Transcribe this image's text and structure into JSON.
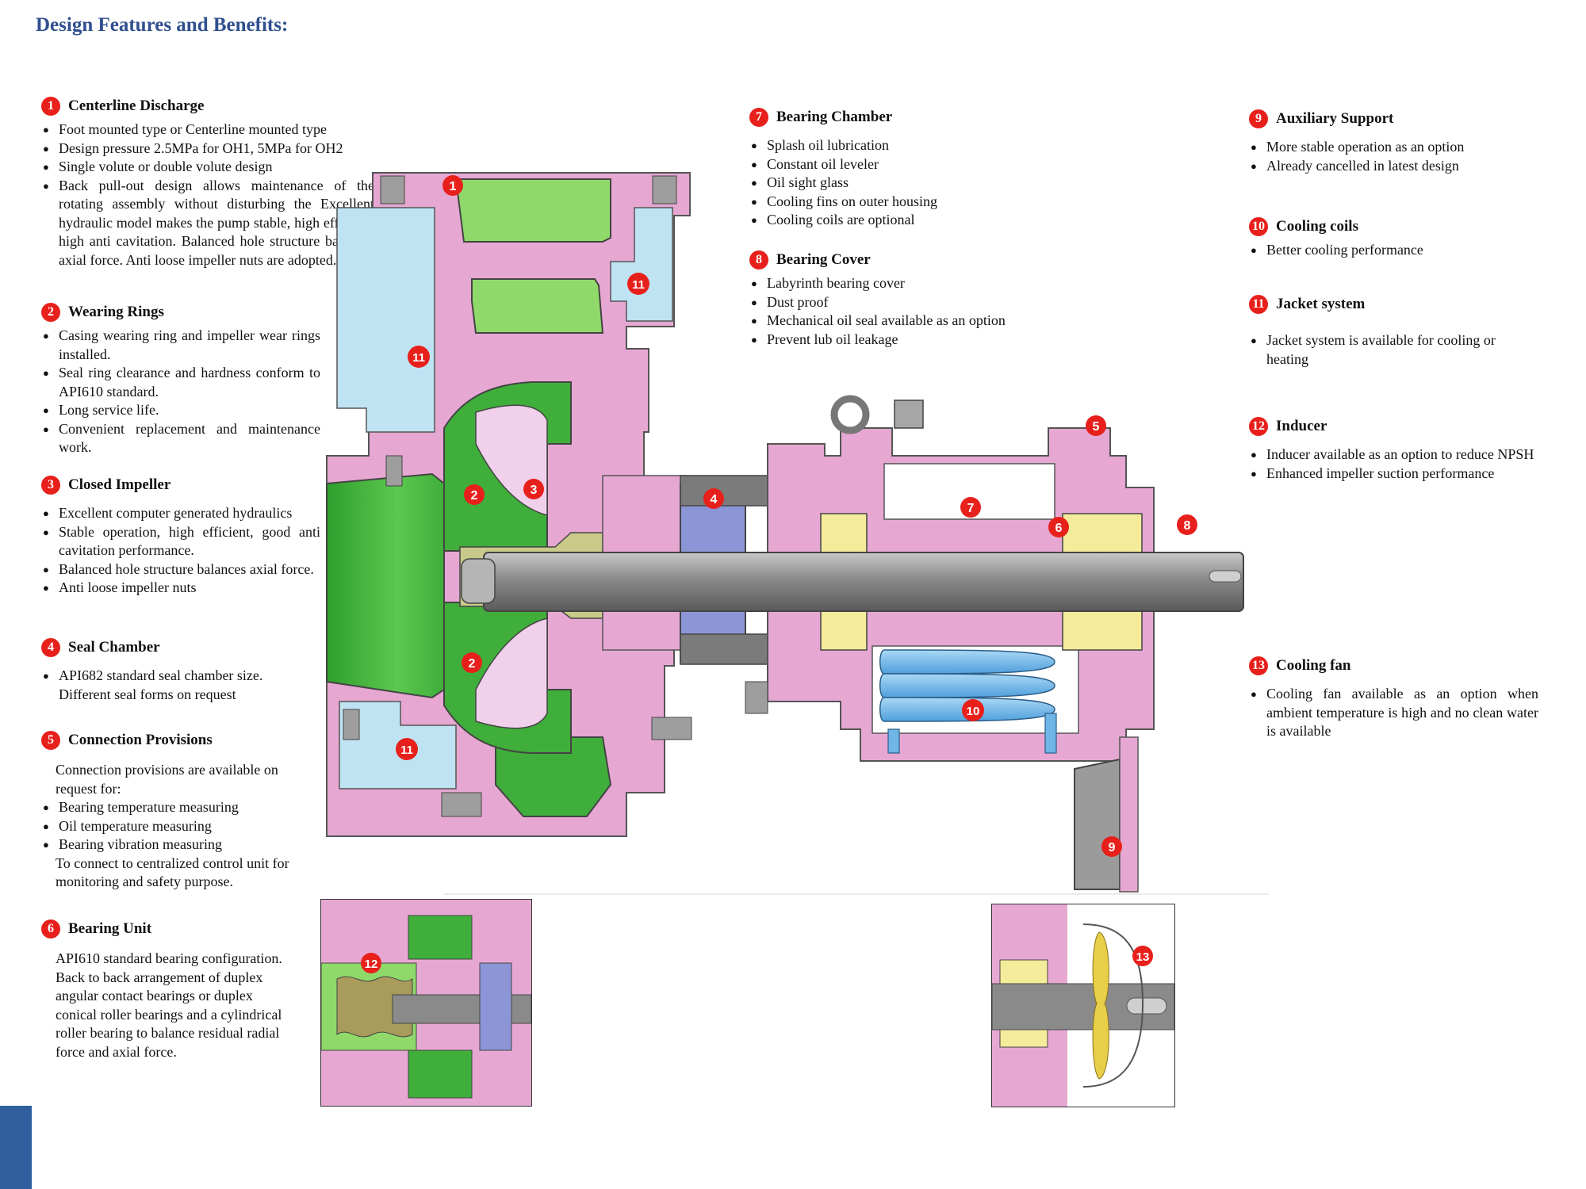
{
  "page": {
    "title": "Design Features and Benefits:",
    "accent_color": "#2f5f9e"
  },
  "colors": {
    "casing_pink": "#e6a8d2",
    "impeller_green": "#3fae3a",
    "light_green": "#8fd96a",
    "jacket_blue": "#bfe3f2",
    "seal_purple": "#8c96d6",
    "shaft_gray": "#8a8a8a",
    "bearing_yellow": "#f4ec9a",
    "coil_blue": "#6fb6e6",
    "support_gray": "#9b9b9b",
    "badge_red": "#e8201c"
  },
  "sections": {
    "s1": {
      "num": "1",
      "title": "Centerline Discharge",
      "items": [
        "Foot mounted type or Centerline mounted type",
        "Design pressure 2.5MPa for OH1, 5MPa for OH2",
        "Single volute or double volute design",
        "Back pull-out design allows maintenance of the rotating assembly without disturbing the Excellent hydraulic model makes the pump stable, high efficient, high anti cavitation. Balanced hole structure balances axial force. Anti loose impeller nuts are adopted."
      ]
    },
    "s2": {
      "num": "2",
      "title": "Wearing Rings",
      "items": [
        "Casing wearing ring and impeller wear rings installed.",
        "Seal ring clearance and hardness conform to API610 standard.",
        "Long service life.",
        "Convenient replacement and maintenance work."
      ]
    },
    "s3": {
      "num": "3",
      "title": "Closed Impeller",
      "items": [
        "Excellent computer generated hydraulics",
        "Stable operation, high efficient, good anti cavitation performance.",
        "Balanced hole structure balances axial force.",
        "Anti loose impeller nuts"
      ]
    },
    "s4": {
      "num": "4",
      "title": "Seal Chamber",
      "items": [
        "API682 standard seal chamber size. Different seal forms on request"
      ]
    },
    "s5": {
      "num": "5",
      "title": "Connection Provisions",
      "intro": "Connection provisions are available on request for:",
      "items": [
        "Bearing temperature measuring",
        "Oil temperature measuring",
        "Bearing vibration measuring"
      ],
      "outro": "To connect to centralized control unit for monitoring and safety purpose."
    },
    "s6": {
      "num": "6",
      "title": "Bearing Unit",
      "text": "API610 standard bearing configuration. Back to back arrangement of duplex angular contact bearings or duplex conical roller bearings and a cylindrical roller bearing to balance residual radial force and axial force."
    },
    "s7": {
      "num": "7",
      "title": "Bearing Chamber",
      "items": [
        "Splash oil lubrication",
        "Constant oil leveler",
        "Oil sight glass",
        "Cooling fins on outer housing",
        "Cooling coils are optional"
      ]
    },
    "s8": {
      "num": "8",
      "title": "Bearing Cover",
      "items": [
        "Labyrinth bearing cover",
        "Dust proof",
        "Mechanical oil seal available as an option",
        "Prevent lub oil leakage"
      ]
    },
    "s9": {
      "num": "9",
      "title": "Auxiliary Support",
      "items": [
        "More stable operation as an option",
        "Already cancelled in latest design"
      ]
    },
    "s10": {
      "num": "10",
      "title": "Cooling coils",
      "items": [
        "Better cooling performance"
      ]
    },
    "s11": {
      "num": "11",
      "title": "Jacket system",
      "items": [
        "Jacket system is available for cooling or heating"
      ]
    },
    "s12": {
      "num": "12",
      "title": "Inducer",
      "items": [
        "Inducer available as an option to reduce NPSH",
        "Enhanced impeller suction performance"
      ]
    },
    "s13": {
      "num": "13",
      "title": "Cooling fan",
      "items": [
        "Cooling fan available as an option when ambient temperature is high and no clean water is available"
      ]
    }
  },
  "diagram_markers": {
    "m1": "1",
    "m2a": "2",
    "m2b": "2",
    "m3": "3",
    "m4": "4",
    "m5": "5",
    "m6": "6",
    "m7": "7",
    "m8": "8",
    "m9": "9",
    "m10": "10",
    "m11a": "11",
    "m11b": "11",
    "m11c": "11",
    "m12": "12",
    "m13": "13"
  }
}
